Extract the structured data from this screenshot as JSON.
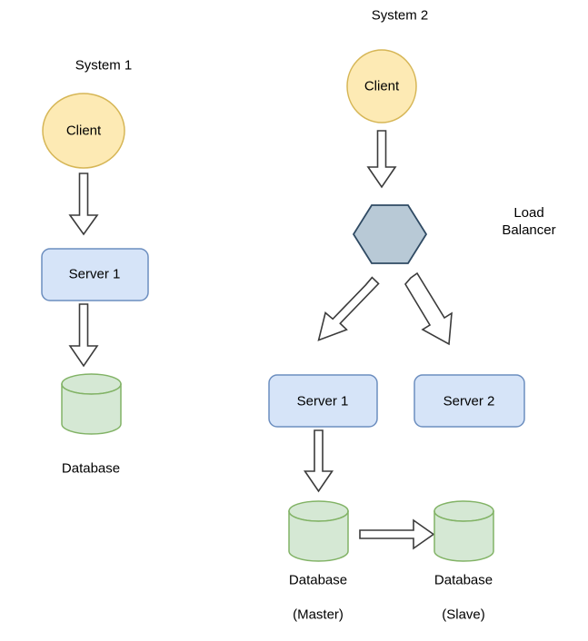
{
  "diagram": {
    "title_left": "System 1",
    "title_right": "System 2",
    "colors": {
      "client_fill": "#fdeab4",
      "client_stroke": "#d6b656",
      "server_fill": "#d6e4f8",
      "server_stroke": "#6c8ebf",
      "db_fill": "#d5e8d4",
      "db_stroke": "#82b366",
      "lb_fill": "#b8c9d6",
      "lb_stroke": "#2f4a63",
      "arrow_fill": "#ffffff",
      "arrow_stroke": "#333333",
      "text": "#000000"
    }
  },
  "system1": {
    "title": "System 1",
    "client": {
      "label": "Client"
    },
    "server": {
      "label": "Server 1"
    },
    "database": {
      "label": "Database"
    },
    "arrows": [
      {
        "name": "client-to-server",
        "direction": "down"
      },
      {
        "name": "server-to-database",
        "direction": "down"
      }
    ]
  },
  "system2": {
    "title": "System 2",
    "client": {
      "label": "Client"
    },
    "load_balancer": {
      "shape_label": "",
      "caption": "Load Balancer"
    },
    "servers": [
      {
        "label": "Server 1"
      },
      {
        "label": "Server 2"
      }
    ],
    "databases": [
      {
        "label_line1": "Database",
        "label_line2": "(Master)"
      },
      {
        "label_line1": "Database",
        "label_line2": "(Slave)"
      }
    ],
    "arrows": [
      {
        "name": "client-to-load-balancer",
        "direction": "down"
      },
      {
        "name": "load-balancer-to-server-1",
        "direction": "down-left"
      },
      {
        "name": "load-balancer-to-server-2",
        "direction": "down-right"
      },
      {
        "name": "server-1-to-database-master",
        "direction": "down"
      },
      {
        "name": "database-master-to-database-slave",
        "direction": "right"
      }
    ]
  }
}
